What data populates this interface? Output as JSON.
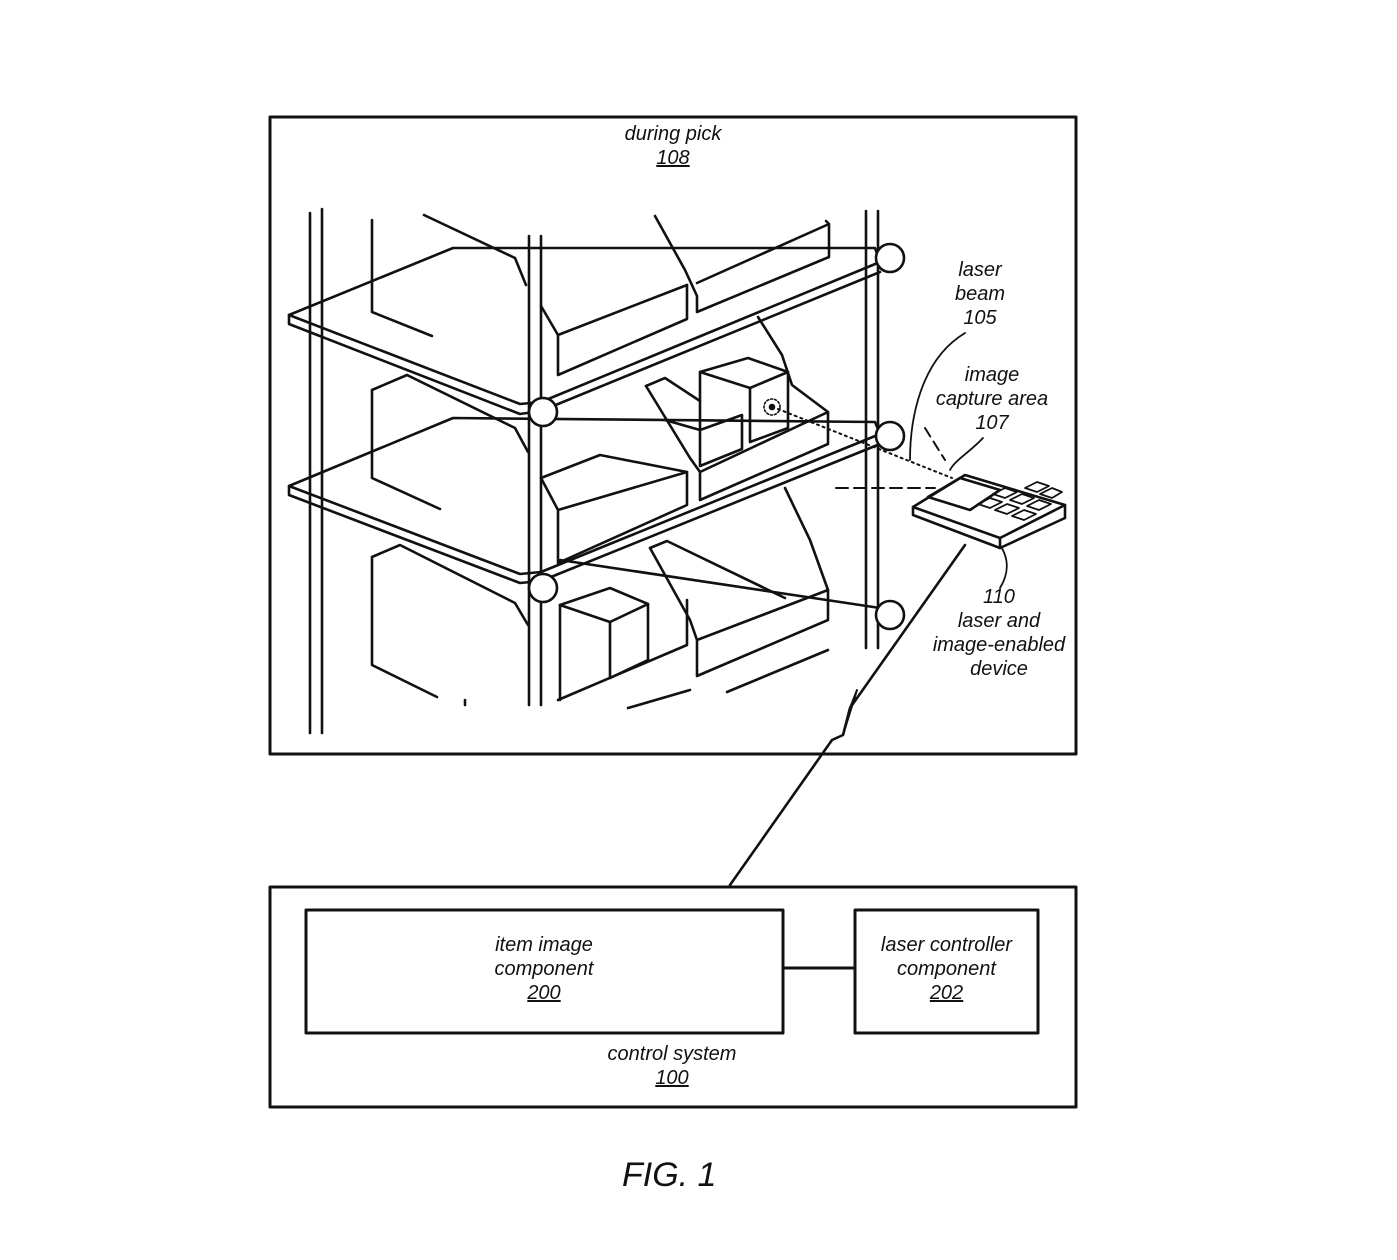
{
  "top_panel": {
    "title": "during pick",
    "ref": "108"
  },
  "labels": {
    "laser_beam": {
      "line1": "laser",
      "line2": "beam",
      "ref": "105"
    },
    "capture_area": {
      "line1": "image",
      "line2": "capture area",
      "ref": "107"
    },
    "device": {
      "ref": "110",
      "line1": "laser and",
      "line2": "image-enabled",
      "line3": "device"
    }
  },
  "control_system": {
    "title": "control system",
    "ref": "100",
    "item_image": {
      "line1": "item image",
      "line2": "component",
      "ref": "200"
    },
    "laser_controller": {
      "line1": "laser controller",
      "line2": "component",
      "ref": "202"
    }
  },
  "caption": "FIG. 1"
}
